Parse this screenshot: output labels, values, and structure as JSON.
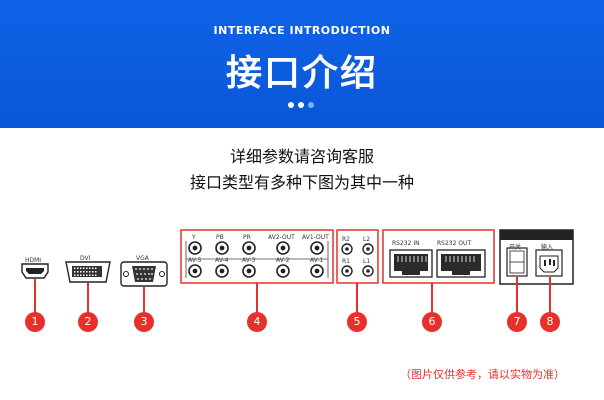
{
  "header": {
    "title_en": "INTERFACE INTRODUCTION",
    "title_cn": "接口介绍",
    "dots": [
      "#ffffff",
      "#ffffff",
      "#7fb0f5"
    ]
  },
  "notes": {
    "line1": "详细参数请咨询客服",
    "line2": "接口类型有多种下图为其中一种"
  },
  "ports": {
    "hdmi_label": "HDMI",
    "dvi_label": "DVI",
    "vga_label": "VGA",
    "av_top_labels": [
      "Y",
      "PB",
      "PR",
      "AV2-OUT",
      "AV1-OUT"
    ],
    "av_bottom_labels": [
      "AV-5",
      "AV-4",
      "AV-3",
      "AV-2",
      "AV-1"
    ],
    "audio_labels": [
      "R2",
      "L2",
      "R1",
      "L1"
    ],
    "rs232_labels": [
      "RS232 IN",
      "RS232 OUT"
    ],
    "power_labels": [
      "开关",
      "输入"
    ]
  },
  "badges": [
    "1",
    "2",
    "3",
    "4",
    "5",
    "6",
    "7",
    "8"
  ],
  "footnote": "（图片仅供参考，请以实物为准）",
  "colors": {
    "accent": "#e8302a",
    "header": "#0a56d8"
  }
}
